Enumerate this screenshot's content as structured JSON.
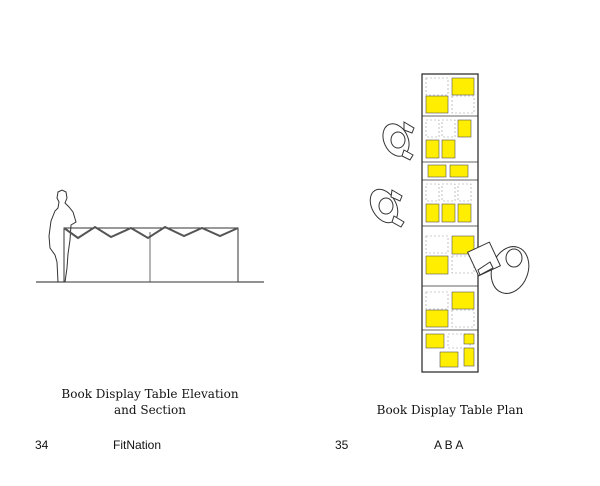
{
  "accent_color": "#FFEE00",
  "left_page": {
    "caption": "Book Display Table Elevation and Section",
    "page_number": "34",
    "running_title": "FitNation"
  },
  "right_page": {
    "caption": "Book Display Table Plan",
    "page_number": "35",
    "running_title": "A B A"
  }
}
